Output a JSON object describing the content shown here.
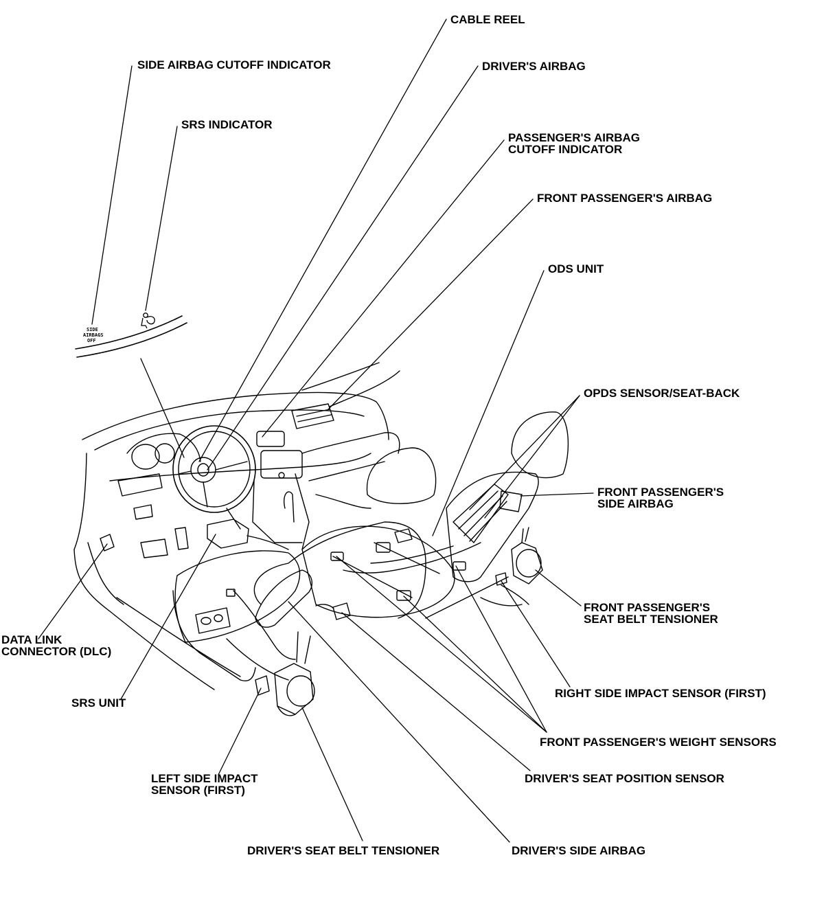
{
  "labels": {
    "cable_reel": "CABLE REEL",
    "side_airbag_cutoff_indicator": "SIDE AIRBAG CUTOFF INDICATOR",
    "drivers_airbag": "DRIVER'S AIRBAG",
    "srs_indicator": "SRS INDICATOR",
    "passengers_airbag_cutoff_indicator_line1": "PASSENGER'S AIRBAG",
    "passengers_airbag_cutoff_indicator_line2": "CUTOFF INDICATOR",
    "front_passengers_airbag": "FRONT PASSENGER'S AIRBAG",
    "ods_unit": "ODS UNIT",
    "opds_sensor_seat_back": "OPDS SENSOR/SEAT-BACK",
    "front_passengers_side_airbag_line1": "FRONT PASSENGER'S",
    "front_passengers_side_airbag_line2": "SIDE AIRBAG",
    "front_passengers_seat_belt_tensioner_line1": "FRONT PASSENGER'S",
    "front_passengers_seat_belt_tensioner_line2": "SEAT BELT TENSIONER",
    "data_link_connector_line1": "DATA LINK",
    "data_link_connector_line2": "CONNECTOR (DLC)",
    "srs_unit": "SRS UNIT",
    "right_side_impact_sensor": "RIGHT SIDE IMPACT SENSOR (FIRST)",
    "front_passengers_weight_sensors": "FRONT PASSENGER'S WEIGHT SENSORS",
    "left_side_impact_sensor_line1": "LEFT SIDE IMPACT",
    "left_side_impact_sensor_line2": "SENSOR (FIRST)",
    "drivers_seat_position_sensor": "DRIVER'S SEAT POSITION SENSOR",
    "drivers_seat_belt_tensioner": "DRIVER'S SEAT BELT TENSIONER",
    "drivers_side_airbag": "DRIVER'S SIDE AIRBAG"
  },
  "indicator_text": {
    "line1": "SIDE",
    "line2": "AIRBAGS",
    "line3": "OFF"
  },
  "colors": {
    "ink": "#000000",
    "background": "#ffffff"
  }
}
